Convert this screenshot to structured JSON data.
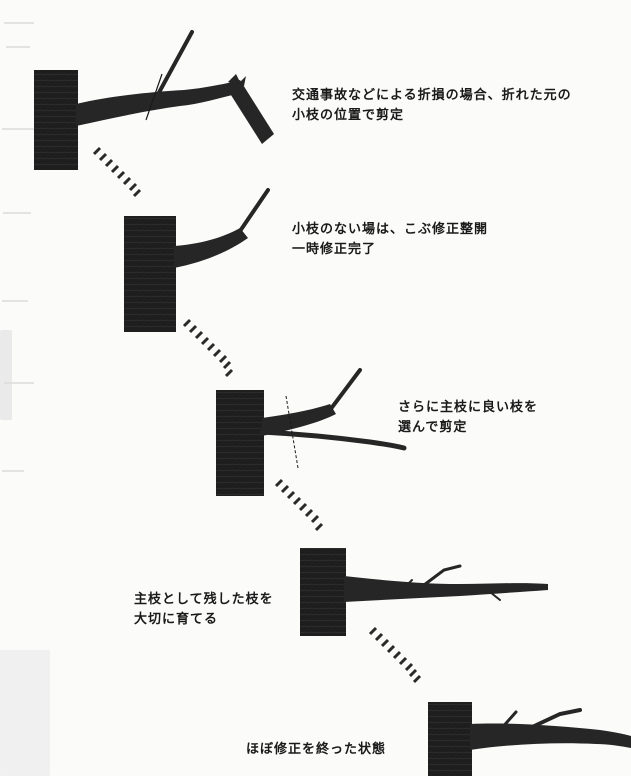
{
  "captions": {
    "step1": {
      "line1": "交通事故などによる折損の場合、折れた元の",
      "line2": "小枝の位置で剪定"
    },
    "step2": {
      "line1": "小枝のない場は、こぶ修正整開",
      "line2": "一時修正完了"
    },
    "step3": {
      "line1": "さらに主枝に良い枝を",
      "line2": "選んで剪定"
    },
    "step4": {
      "line1": "主枝として残した枝を",
      "line2": "大切に育てる"
    },
    "step5": {
      "line1": "ほぼ修正を終った状態"
    }
  },
  "colors": {
    "trunk": "#1e1e1e",
    "branch": "#2b2b2b",
    "arrow": "#2a2a2a",
    "text": "#1a1a1a",
    "background": "#fbfbfa"
  }
}
